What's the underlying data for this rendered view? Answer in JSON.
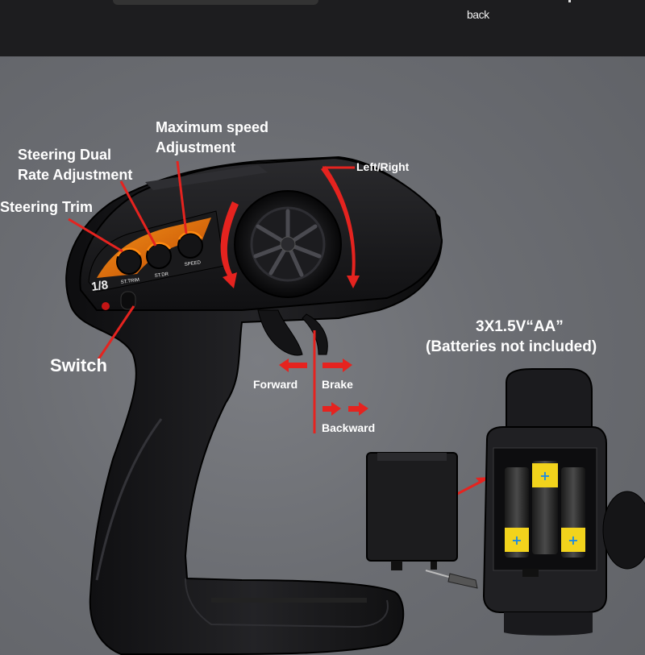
{
  "header": {
    "back_label": "back"
  },
  "labels": {
    "max_speed_line1": "Maximum speed",
    "max_speed_line2": "Adjustment",
    "dual_rate_line1": "Steering Dual",
    "dual_rate_line2": "Rate Adjustment",
    "steering_trim": "Steering Trim",
    "left_right": "Left/Right",
    "switch": "Switch",
    "forward": "Forward",
    "brake": "Brake",
    "backward": "Backward",
    "battery_line1": "3X1.5V“AA”",
    "battery_line2": "(Batteries not included)"
  },
  "device": {
    "scale_badge": "1/8",
    "knob_labels": [
      "ST.TRIM",
      "ST.DR",
      "SPEED"
    ]
  },
  "colors": {
    "accent_red": "#e5231f",
    "accent_orange": "#ff7a00",
    "battery_yellow": "#f2d31c",
    "battery_plus": "#1e8be0"
  }
}
